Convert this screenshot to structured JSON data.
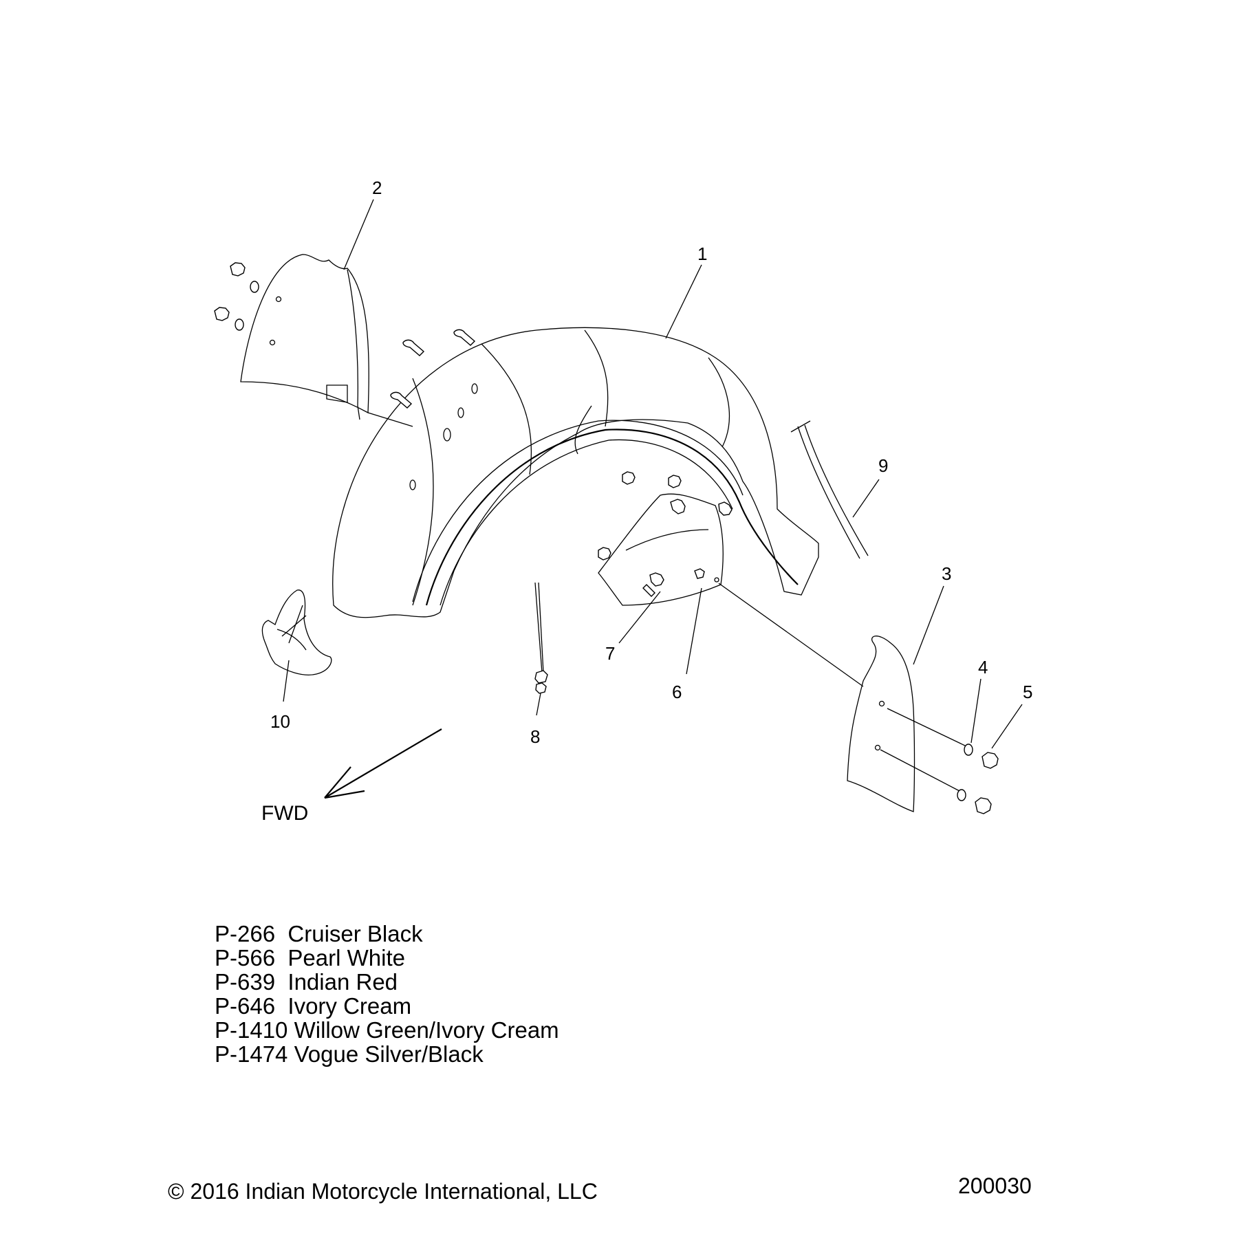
{
  "diagram": {
    "callouts": [
      "1",
      "2",
      "3",
      "4",
      "5",
      "6",
      "7",
      "8",
      "9",
      "10"
    ],
    "direction_label": "FWD"
  },
  "paint_codes": [
    {
      "code": "P-266",
      "name": "Cruiser Black"
    },
    {
      "code": "P-566",
      "name": "Pearl White"
    },
    {
      "code": "P-639",
      "name": "Indian Red"
    },
    {
      "code": "P-646",
      "name": "Ivory Cream"
    },
    {
      "code": "P-1410",
      "name": "Willow Green/Ivory Cream"
    },
    {
      "code": "P-1474",
      "name": "Vogue Silver/Black"
    }
  ],
  "footer": {
    "copyright": "© 2016 Indian Motorcycle International, LLC",
    "drawing_number": "200030"
  }
}
